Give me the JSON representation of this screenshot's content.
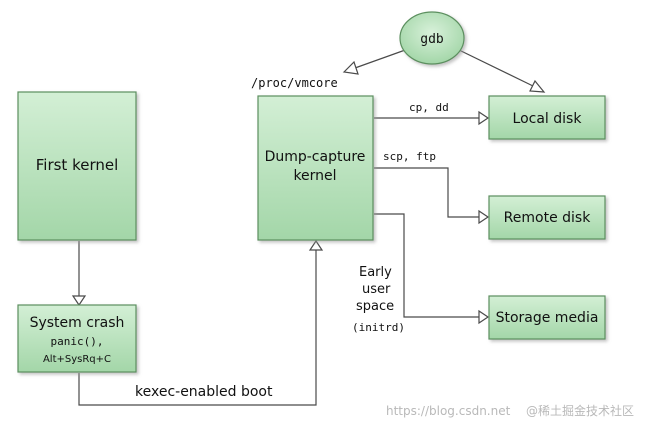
{
  "nodes": {
    "first_kernel": "First kernel",
    "system_crash": {
      "title": "System crash",
      "line1": "panic(),",
      "line2": "Alt+SysRq+C"
    },
    "dump_capture": {
      "line1": "Dump-capture",
      "line2": "kernel"
    },
    "local_disk": "Local disk",
    "remote_disk": "Remote disk",
    "storage_media": "Storage media",
    "gdb": "gdb"
  },
  "edges": {
    "kexec_boot": "kexec-enabled boot",
    "proc_vmcore": "/proc/vmcore",
    "cp_dd": "cp, dd",
    "scp_ftp": "scp, ftp",
    "early_user_space": [
      "Early",
      "user",
      "space"
    ],
    "initrd": "(initrd)"
  },
  "watermark": {
    "url": "https://blog.csdn.net",
    "author": "@稀土掘金技术社区"
  },
  "colors": {
    "box_fill_top": "#c9ebcc",
    "box_fill_bottom": "#a7d9ab",
    "box_stroke": "#5b8f5e",
    "line": "#4a4a4a"
  }
}
